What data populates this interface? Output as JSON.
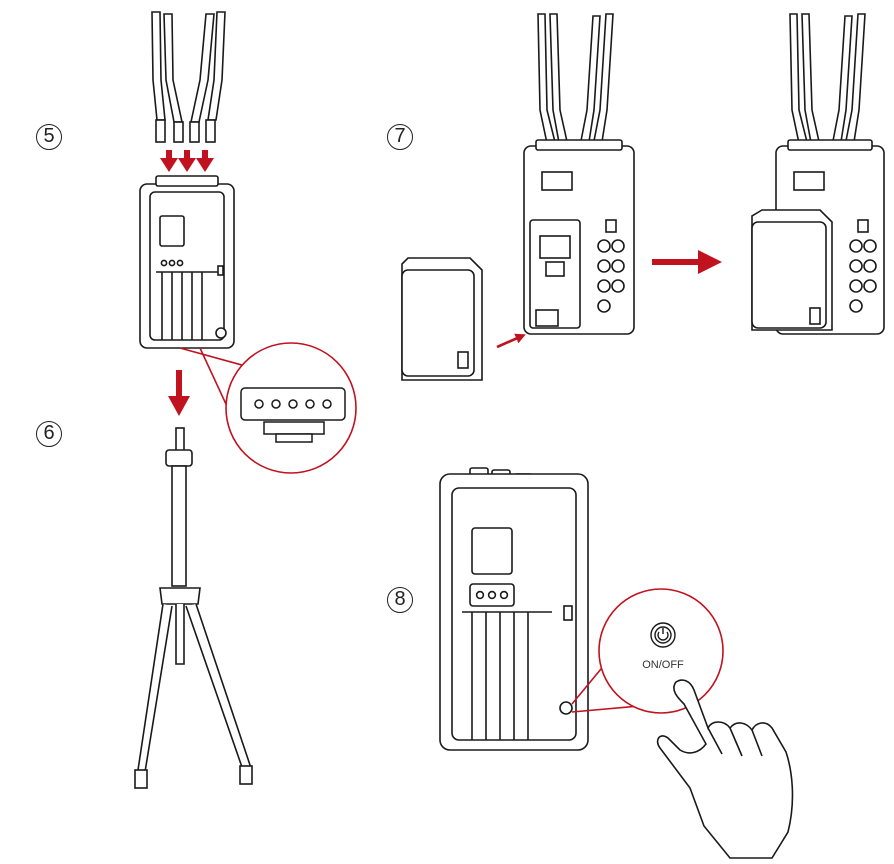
{
  "steps": [
    {
      "id": "step-5",
      "label": "5"
    },
    {
      "id": "step-6",
      "label": "6"
    },
    {
      "id": "step-7",
      "label": "7"
    },
    {
      "id": "step-8",
      "label": "8"
    }
  ],
  "power_callout": {
    "label": "ON/OFF"
  },
  "colors": {
    "accent": "#c1121f",
    "line": "#1a1a1a",
    "fill": "#ffffff"
  },
  "icons": [
    "antenna-icon",
    "down-arrow-icon",
    "right-arrow-icon",
    "power-icon",
    "hand-pointer-icon",
    "tripod-icon",
    "battery-icon",
    "transmitter-icon"
  ]
}
